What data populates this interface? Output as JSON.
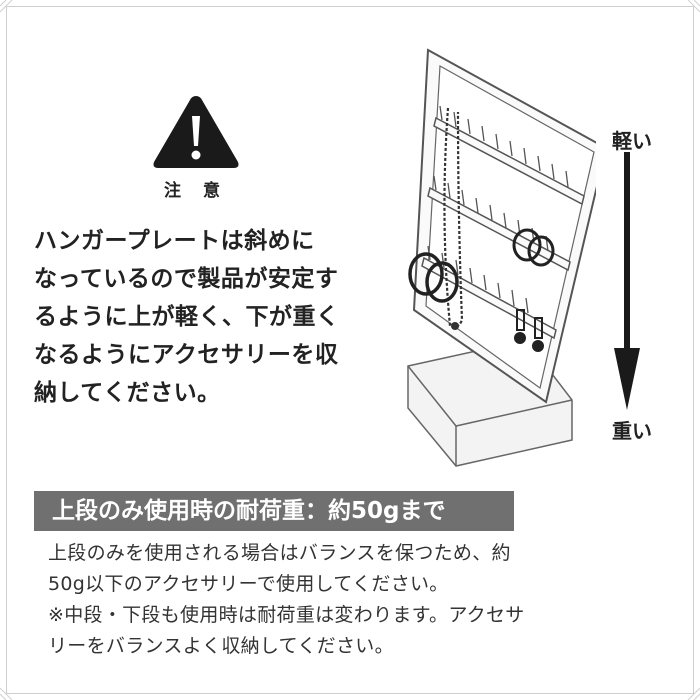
{
  "caution": {
    "icon": "warning-triangle-icon",
    "label": "注 意"
  },
  "warning_lines": [
    "ハンガープレートは斜めに",
    "なっているので製品が安定す",
    "るように上が軽く、下が重く",
    "なるようにアクセサリーを収",
    "納してください。"
  ],
  "weight_indicator": {
    "top": "軽い",
    "bottom": "重い",
    "icon": "down-arrow-icon"
  },
  "load_title": "上段のみ使用時の耐荷重：約50gまで",
  "note_lines": [
    "上段のみを使用される場合はバランスを保つため、約",
    "50g以下のアクセサリーで使用してください。",
    "※中段・下段も使用時は耐荷重は変わります。アクセサ",
    "リーをバランスよく収納してください。"
  ],
  "colors": {
    "banner_bg": "#707070",
    "banner_text": "#ffffff",
    "text": "#222222",
    "icon": "#1a1a1a"
  }
}
